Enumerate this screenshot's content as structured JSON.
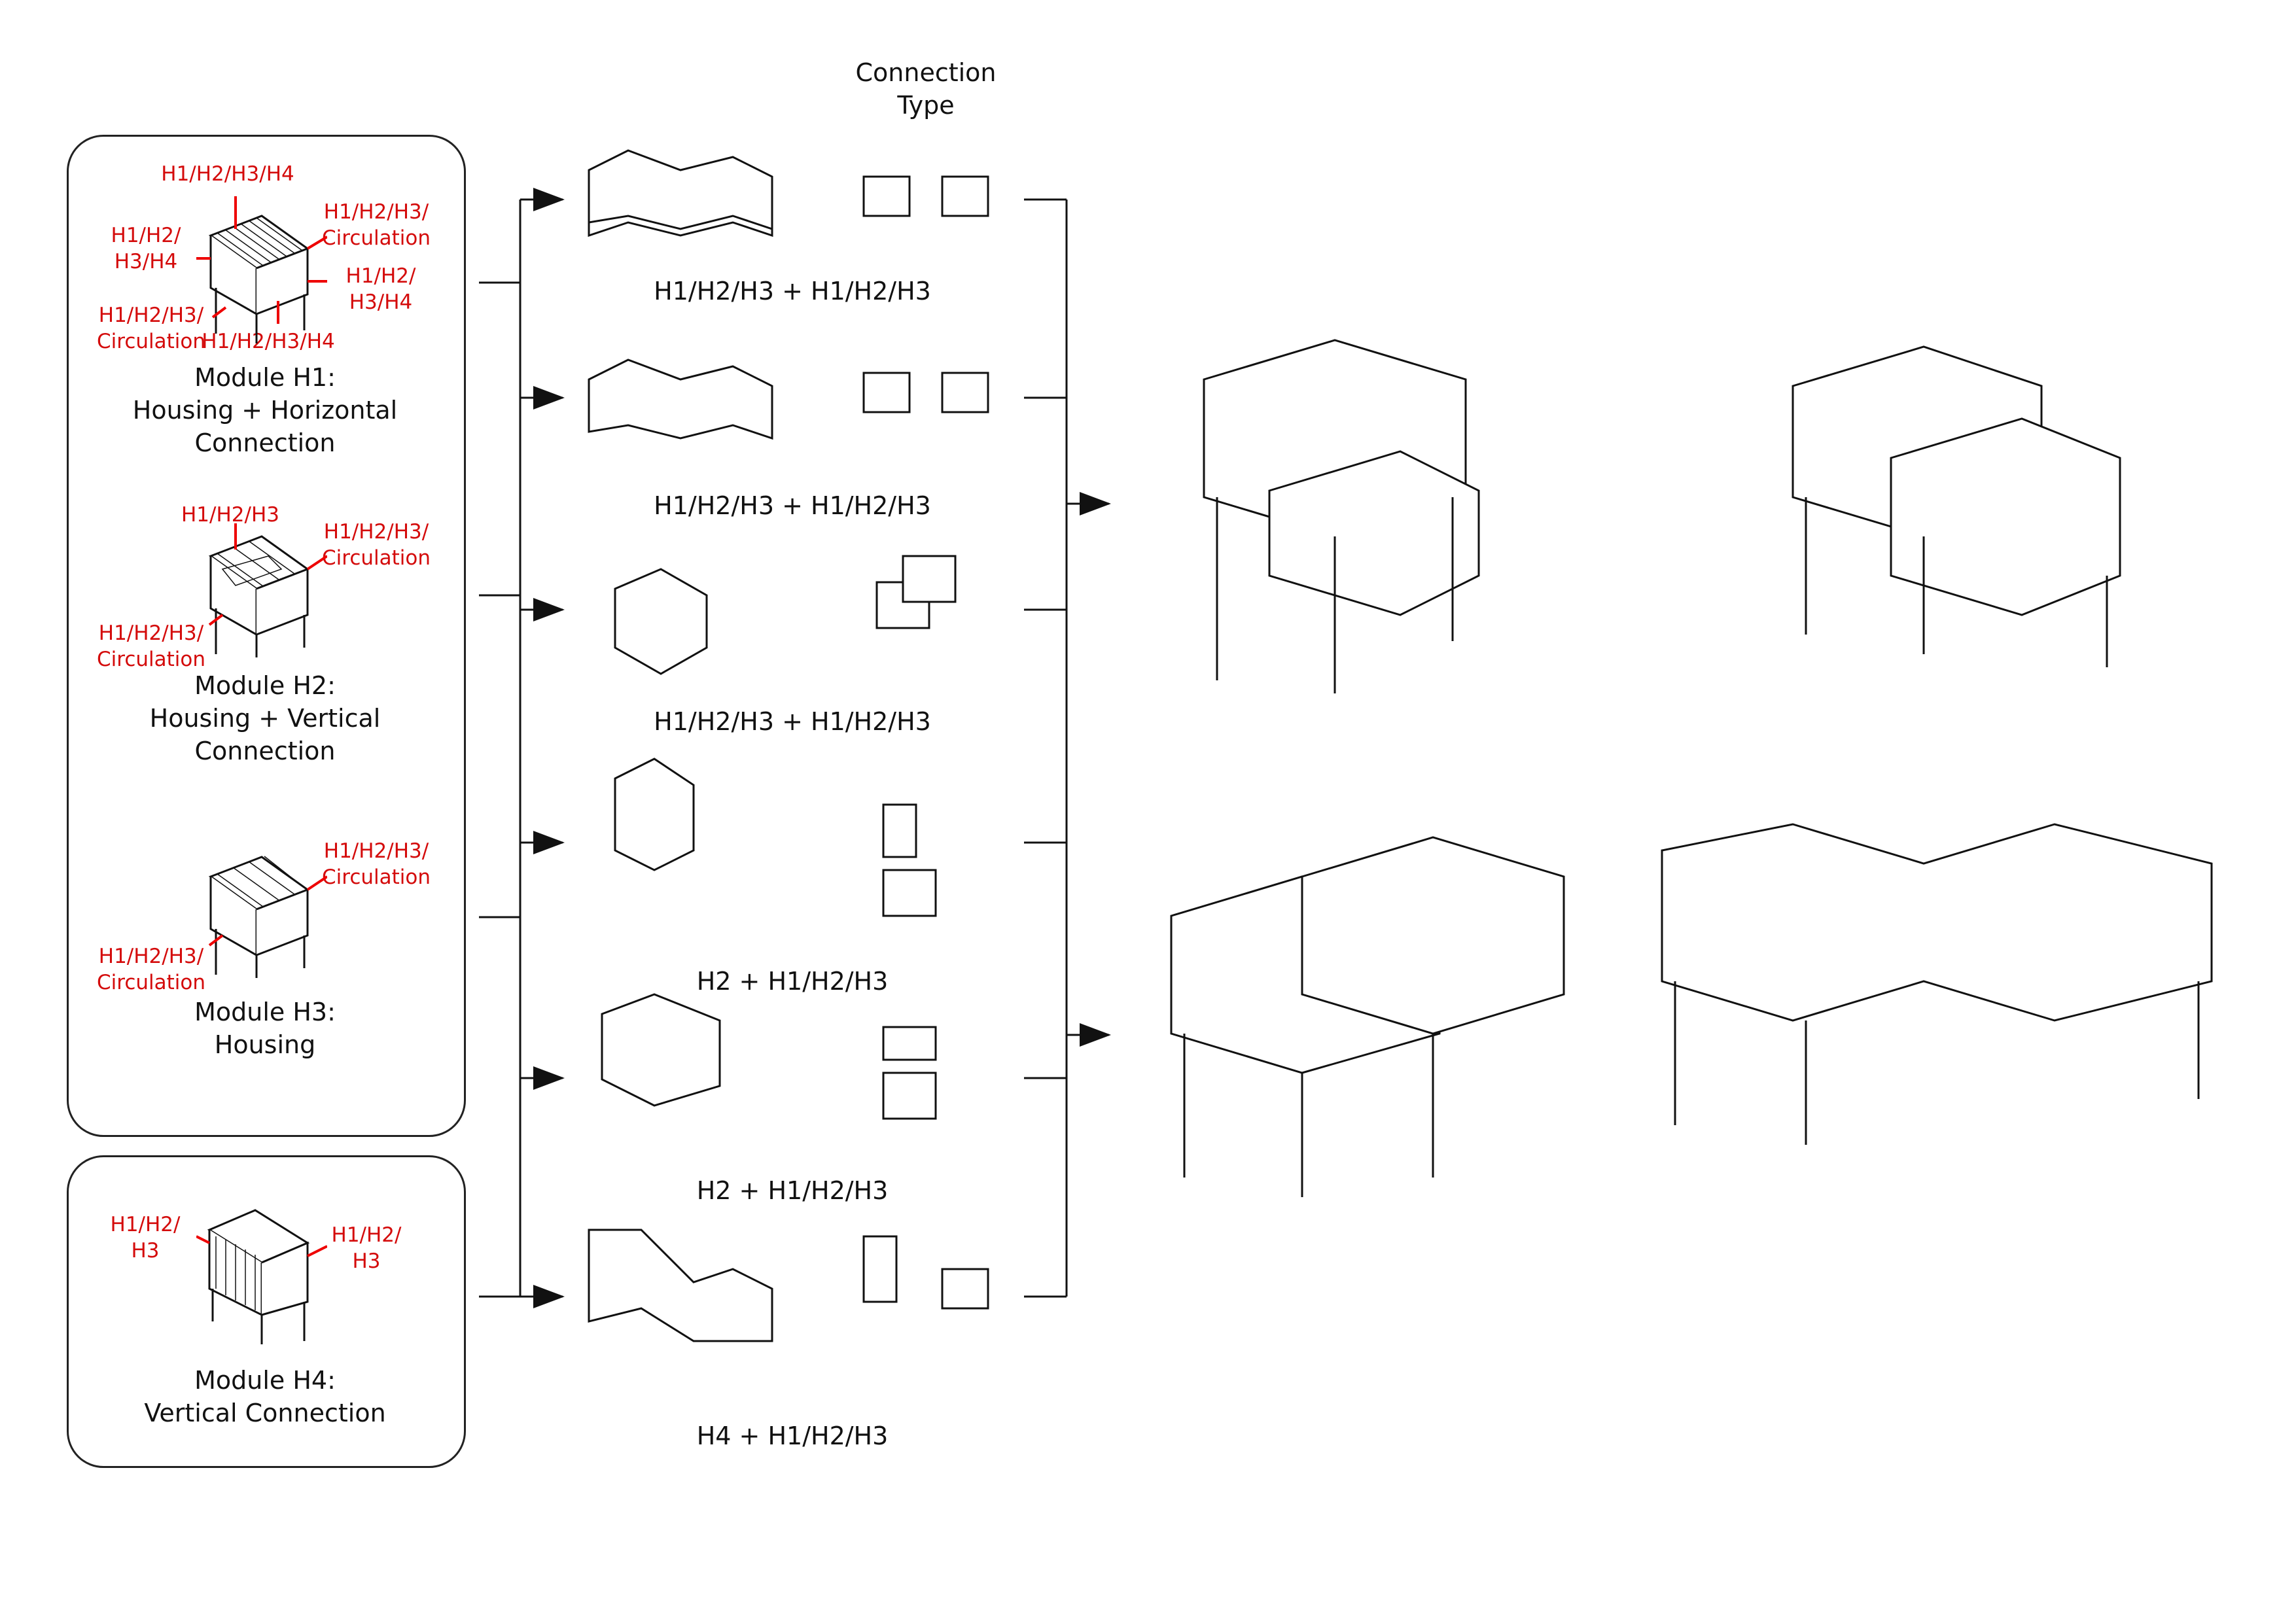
{
  "connection_header": "Connection\nType",
  "modules": [
    {
      "id": "h1",
      "title": "Module H1:\nHousing + Horizontal\nConnection",
      "tags": [
        "H1/H2/H3/H4",
        "H1/H2/H3/\nCirculation",
        "H1/H2/\nH3/H4",
        "H1/H2/\nH3/H4",
        "H1/H2/H3/\nCirculation",
        "H1/H2/H3/H4"
      ]
    },
    {
      "id": "h2",
      "title": "Module H2:\nHousing + Vertical\nConnection",
      "tags": [
        "H1/H2/H3",
        "H1/H2/H3/\nCirculation",
        "H1/H2/H3/\nCirculation"
      ]
    },
    {
      "id": "h3",
      "title": "Module H3:\nHousing",
      "tags": [
        "H1/H2/H3/\nCirculation",
        "H1/H2/H3/\nCirculation"
      ]
    },
    {
      "id": "h4",
      "title": "Module H4:\nVertical Connection",
      "tags": [
        "H1/H2/\nH3",
        "H1/H2/\nH3"
      ]
    }
  ],
  "connections": [
    "H1/H2/H3 + H1/H2/H3",
    "H1/H2/H3 + H1/H2/H3",
    "H1/H2/H3 + H1/H2/H3",
    "H2 + H1/H2/H3",
    "H2 + H1/H2/H3",
    "H4 + H1/H2/H3"
  ],
  "colors": {
    "annotation": "#d40b0b",
    "line": "#111111"
  }
}
